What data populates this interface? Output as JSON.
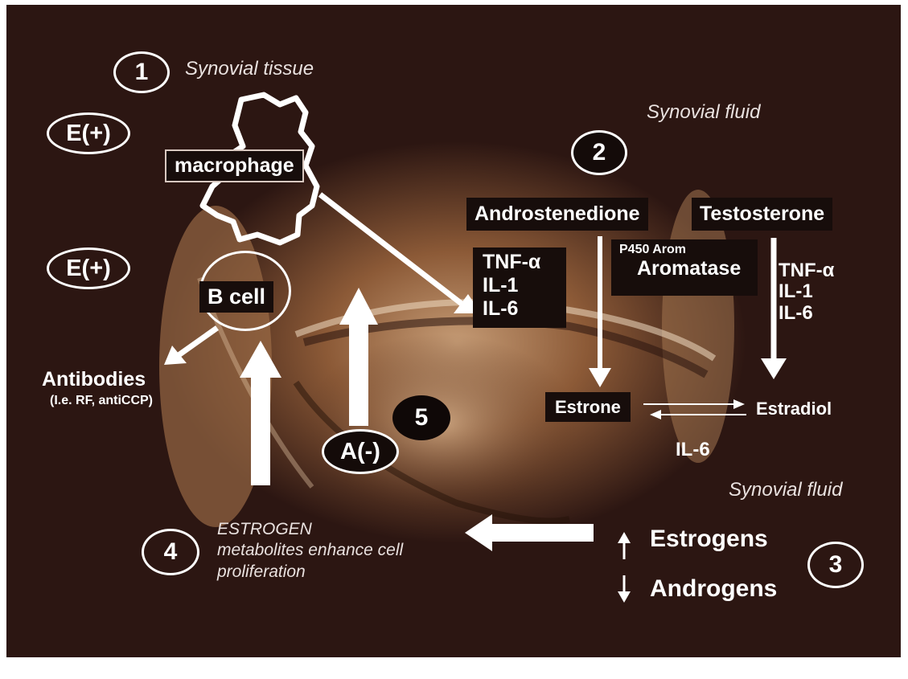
{
  "labels": {
    "step1": "1",
    "synovial_tissue": "Synovial tissue",
    "estrogen_pos_1": "E(+)",
    "estrogen_pos_2": "E(+)",
    "macrophage": "macrophage",
    "b_cell": "B cell",
    "antibodies": "Antibodies",
    "antibodies_examples": "(I.e. RF, antiCCP)",
    "synovial_fluid_top": "Synovial fluid",
    "step2": "2",
    "androstenedione": "Androstenedione",
    "testosterone": "Testosterone",
    "cytokines_left": [
      "TNF-α",
      "IL-1",
      "IL-6"
    ],
    "p450": "P450 Arom",
    "aromatase": "Aromatase",
    "cytokines_right": [
      "TNF-α",
      "IL-1",
      "IL-6"
    ],
    "estrone": "Estrone",
    "estradiol": "Estradiol",
    "il6": "IL-6",
    "step5": "5",
    "androgen_neg": "A(-)",
    "synovial_fluid_bottom": "Synovial fluid",
    "step4": "4",
    "estrogen_caption": [
      "ESTROGEN",
      "metabolites enhance cell",
      "proliferation"
    ],
    "estrogens": "Estrogens",
    "androgens": "Androgens",
    "step3": "3"
  },
  "colors": {
    "background": "#2c1612",
    "label_box": "#170d0b",
    "foreground": "#ffffff",
    "tissue_highlight": "#9c6b45"
  }
}
